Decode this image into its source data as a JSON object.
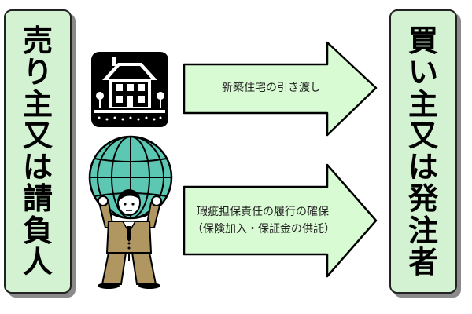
{
  "left_party": {
    "characters": [
      "売",
      "り",
      "主",
      "又",
      "は",
      "請",
      "負",
      "人"
    ]
  },
  "right_party": {
    "characters": [
      "買",
      "い",
      "主",
      "又",
      "は",
      "発",
      "注",
      "者"
    ]
  },
  "arrows": [
    {
      "lines": [
        "新築住宅の引き渡し"
      ]
    },
    {
      "lines": [
        "瑕疵担保責任の履行の確保",
        "（保険加入・保証金の供託）"
      ]
    }
  ],
  "colors": {
    "box_fill": "#d2f2d2",
    "arrow_fill": "#d9fbd4",
    "globe_fill": "#5cc8b4",
    "suit": "#b09660"
  },
  "icons": [
    "house-icon",
    "globe-icon",
    "businessman-icon"
  ]
}
